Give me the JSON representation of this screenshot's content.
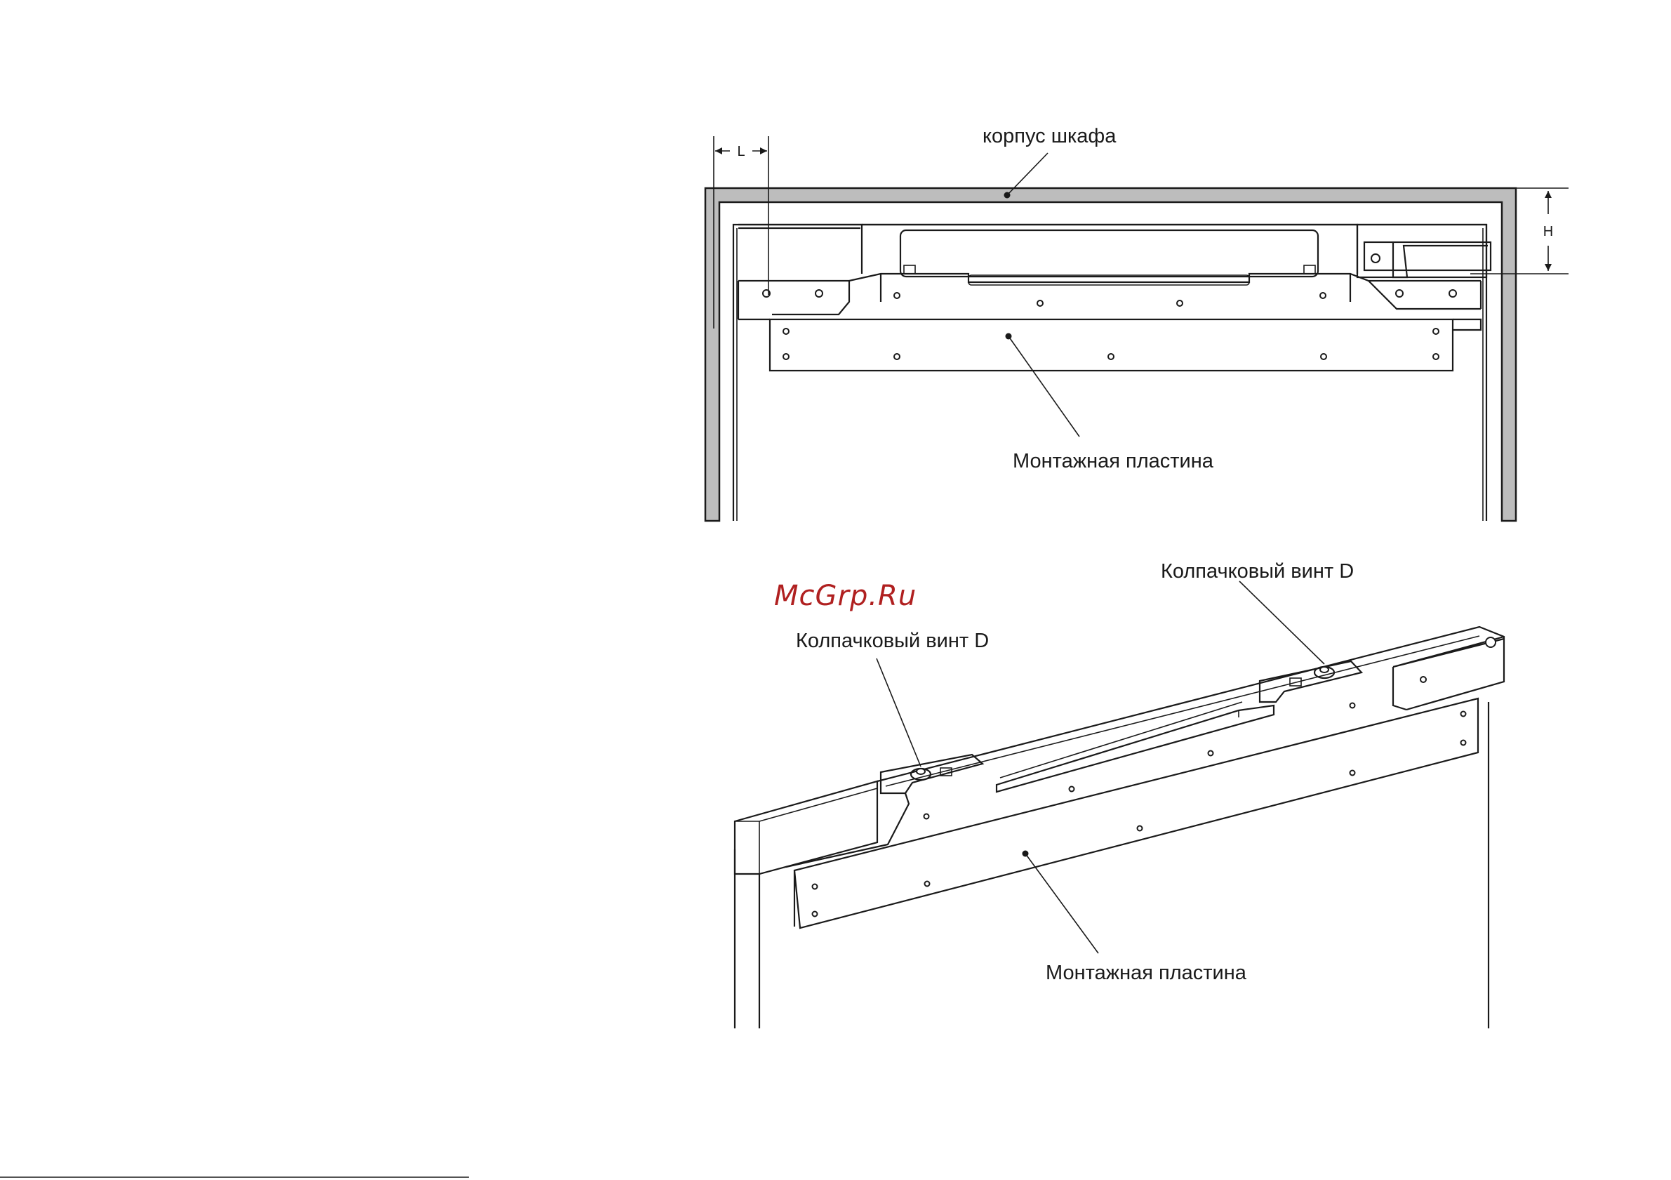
{
  "top_figure": {
    "label_cabinet": "корпус шкафа",
    "label_plate": "Монтажная пластина",
    "dim_l": "L",
    "dim_h": "H"
  },
  "bottom_figure": {
    "label_screw_left": "Колпачковый винт D",
    "label_screw_right": "Колпачковый винт D",
    "label_plate": "Монтажная пластина"
  },
  "watermark": "McGrp.Ru",
  "colors": {
    "line": "#1a1a1a",
    "cabinet_wall": "#bdbdbd",
    "watermark": "#b02020"
  }
}
